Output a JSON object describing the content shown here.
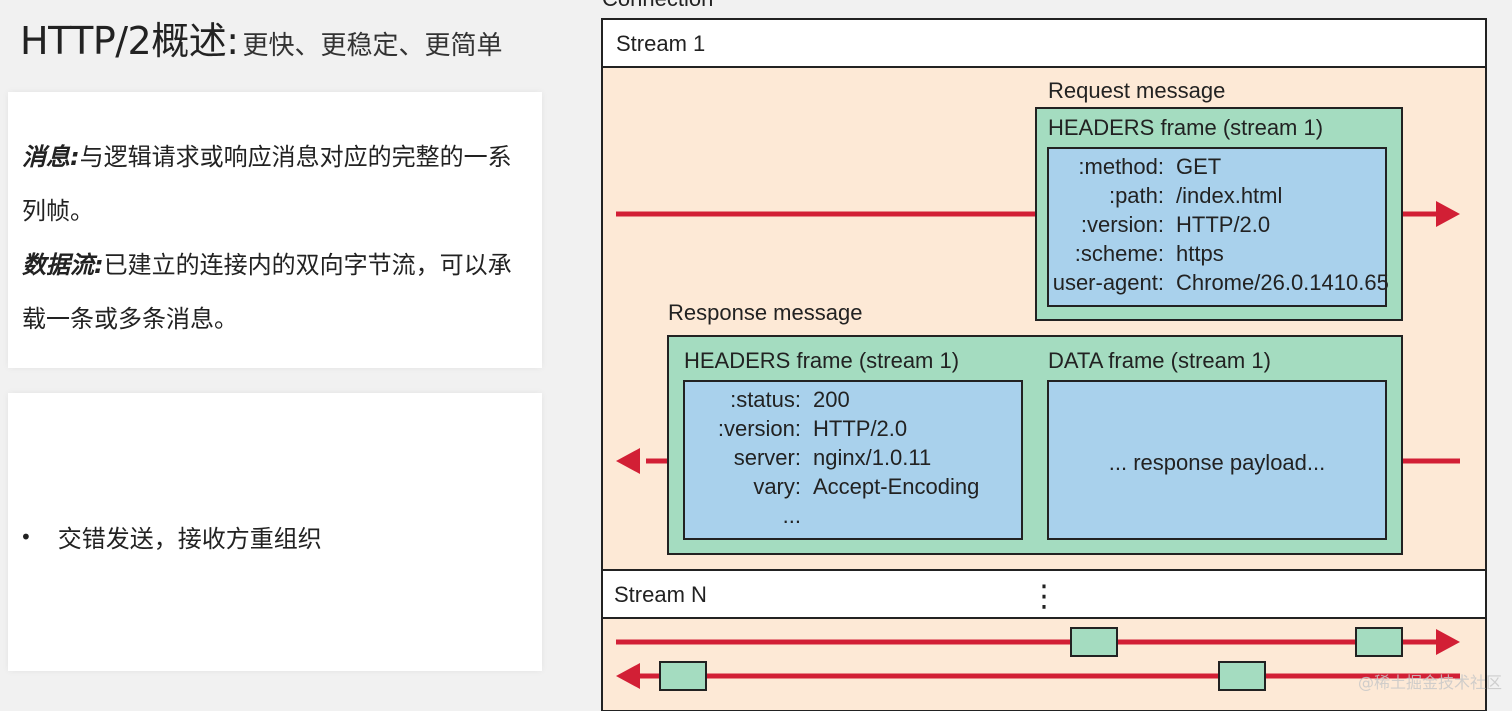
{
  "title": {
    "main": "HTTP/2概述:",
    "sub": "更快、更稳定、更简单"
  },
  "definitions": {
    "message_term": "消息:",
    "message_desc": "与逻辑请求或响应消息对应的完整的一系列帧。",
    "stream_term": "数据流:",
    "stream_desc": "已建立的连接内的双向字节流，可以承载一条或多条消息。"
  },
  "bullet": "交错发送，接收方重组织",
  "diagram": {
    "connection_label": "Connection",
    "stream1_label": "Stream 1",
    "streamN_label": "Stream N",
    "ellipsis_dots": "⋮",
    "request": {
      "label": "Request message",
      "frame_title": "HEADERS frame (stream 1)",
      "headers": [
        {
          "key": ":method:",
          "value": "GET"
        },
        {
          "key": ":path:",
          "value": "/index.html"
        },
        {
          "key": ":version:",
          "value": "HTTP/2.0"
        },
        {
          "key": ":scheme:",
          "value": "https"
        },
        {
          "key": "user-agent:",
          "value": "Chrome/26.0.1410.65"
        }
      ]
    },
    "response": {
      "label": "Response message",
      "headers_frame_title": "HEADERS frame (stream 1)",
      "headers": [
        {
          "key": ":status:",
          "value": "200"
        },
        {
          "key": ":version:",
          "value": "HTTP/2.0"
        },
        {
          "key": "server:",
          "value": "nginx/1.0.11"
        },
        {
          "key": "vary:",
          "value": "Accept-Encoding"
        },
        {
          "key": "...",
          "value": ""
        }
      ],
      "data_frame_title": "DATA frame (stream 1)",
      "payload": "... response payload..."
    },
    "colors": {
      "stream_bg": "#fde9d6",
      "frame_green": "#a4dcc0",
      "inner_blue": "#a9d1ec",
      "arrow_red": "#d21f35"
    }
  },
  "watermark": "@稀土掘金技术社区"
}
